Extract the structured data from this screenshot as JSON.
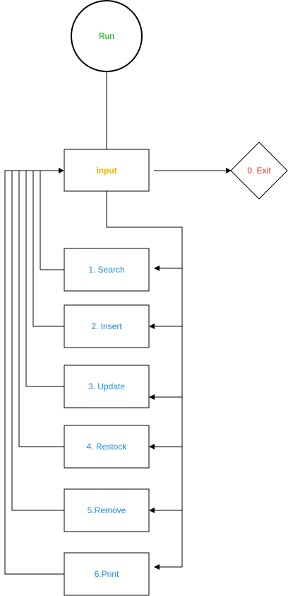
{
  "nodes": {
    "run": {
      "label": "Run",
      "color": "#00a800"
    },
    "input": {
      "label": "input",
      "color": "#f0b400"
    },
    "exit": {
      "label": "0. Exit",
      "color": "#e52b2b"
    },
    "menu": [
      {
        "id": "search",
        "label": "1. Search"
      },
      {
        "id": "insert",
        "label": "2. Insert"
      },
      {
        "id": "update",
        "label": "3. Update"
      },
      {
        "id": "restock",
        "label": "4. Restock"
      },
      {
        "id": "remove",
        "label": "5.Remove"
      },
      {
        "id": "print",
        "label": "6.Print"
      }
    ],
    "menu_color": "#1a8ae6"
  },
  "line_color": "#000000"
}
